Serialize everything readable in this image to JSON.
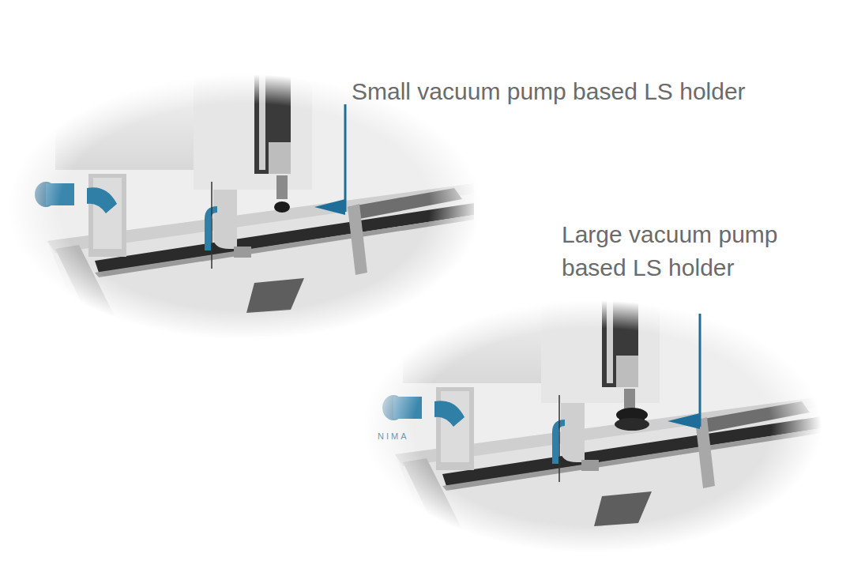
{
  "diagram": {
    "labels": [
      "Small vacuum pump based LS holder",
      "Large vacuum pump based LS holder",
      "NIMA"
    ]
  }
}
